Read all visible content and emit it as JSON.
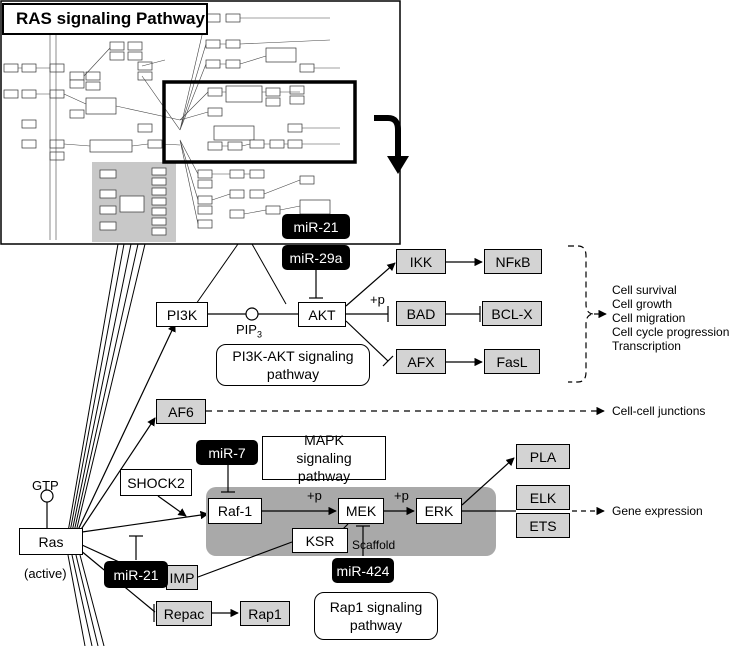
{
  "thumbnail": {
    "title": "RAS signaling Pathway"
  },
  "nodes": {
    "mir21_top": "miR-21",
    "mir29a": "miR-29a",
    "pi3k": "PI3K",
    "pip3_base": "PIP",
    "pip3_sub": "3",
    "akt": "AKT",
    "ikk": "IKK",
    "nfkb": "NFκB",
    "bad": "BAD",
    "bclx": "BCL-X",
    "afx": "AFX",
    "fasl": "FasL",
    "pi3k_akt_pathway": "PI3K-AKT signaling pathway",
    "af6": "AF6",
    "mir7": "miR-7",
    "mapk_pathway": "MAPK signaling pathway",
    "shock2": "SHOCK2",
    "gtp": "GTP",
    "ras": "Ras",
    "active": "(active)",
    "raf1": "Raf-1",
    "mek": "MEK",
    "erk": "ERK",
    "pla": "PLA",
    "elk": "ELK",
    "ets": "ETS",
    "ksr": "KSR",
    "scaffold": "Scaffold",
    "mir424": "miR-424",
    "mir21_bottom": "miR-21",
    "imp": "IMP",
    "repac": "Repac",
    "rap1": "Rap1",
    "rap1_pathway": "Rap1 signaling pathway",
    "plus_p_akt": "+p",
    "plus_p_raf": "+p",
    "plus_p_mek": "+p"
  },
  "outcomes": {
    "cell_processes": [
      "Cell survival",
      "Cell growth",
      "Cell migration",
      "Cell cycle progression",
      "Transcription"
    ],
    "cell_junctions": "Cell-cell junctions",
    "gene_expression": "Gene expression"
  }
}
